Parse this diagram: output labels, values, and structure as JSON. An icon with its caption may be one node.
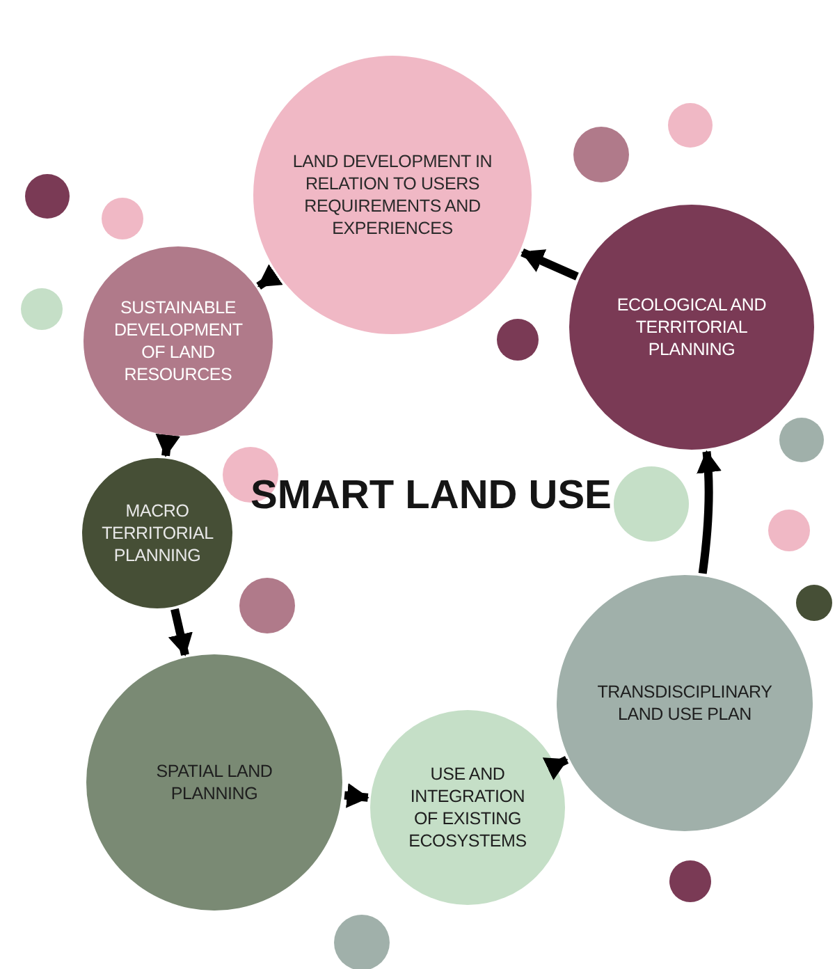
{
  "diagram": {
    "title": "SMART LAND USE",
    "nodes": [
      {
        "text": [
          "LAND DEVELOPMENT IN RELATION TO USERS REQUIREMENTS AND EXPERIENCES"
        ]
      },
      {
        "text": [
          "ECOLOGICAL AND TERRITORIAL PLANNING"
        ]
      },
      {
        "text": [
          "SUSTAINABLE DEVELOPMENT OF LAND RESOURCES"
        ]
      },
      {
        "text": [
          "MACRO TERRITORIAL PLANNING"
        ]
      },
      {
        "text": [
          "SPATIAL LAND PLANNING"
        ]
      },
      {
        "text": [
          "TRANSDISCIPLINARY LAND USE PLAN"
        ]
      },
      {
        "text": [
          "USE AND INTEGRATION OF EXISTING ECOSYSTEMS"
        ]
      },
      {
        "text": [],
        "shape": "circle"
      },
      {
        "text": [],
        "shape": "circle"
      },
      {
        "text": [],
        "shape": "circle"
      },
      {
        "text": [],
        "shape": "circle"
      },
      {
        "text": [],
        "shape": "circle"
      },
      {
        "text": [],
        "shape": "circle"
      },
      {
        "text": [],
        "shape": "circle"
      },
      {
        "text": [],
        "shape": "circle"
      },
      {
        "text": [],
        "shape": "circle"
      },
      {
        "text": [],
        "shape": "circle"
      },
      {
        "text": [],
        "shape": "circle"
      },
      {
        "text": [],
        "shape": "circle"
      },
      {
        "text": [],
        "shape": "circle"
      },
      {
        "text": [],
        "shape": "circle"
      }
    ],
    "edges": [
      {
        "from": 1,
        "to": 0,
        "arrow": "to"
      },
      {
        "from": 0,
        "to": 2,
        "arrow": "to"
      },
      {
        "from": 2,
        "to": 3,
        "arrow": "to"
      },
      {
        "from": 3,
        "to": 4,
        "arrow": "to"
      },
      {
        "from": 4,
        "to": 6,
        "arrow": "to"
      },
      {
        "from": 6,
        "to": 5,
        "arrow": "to"
      },
      {
        "from": 5,
        "to": 1,
        "arrow": "to"
      }
    ]
  }
}
